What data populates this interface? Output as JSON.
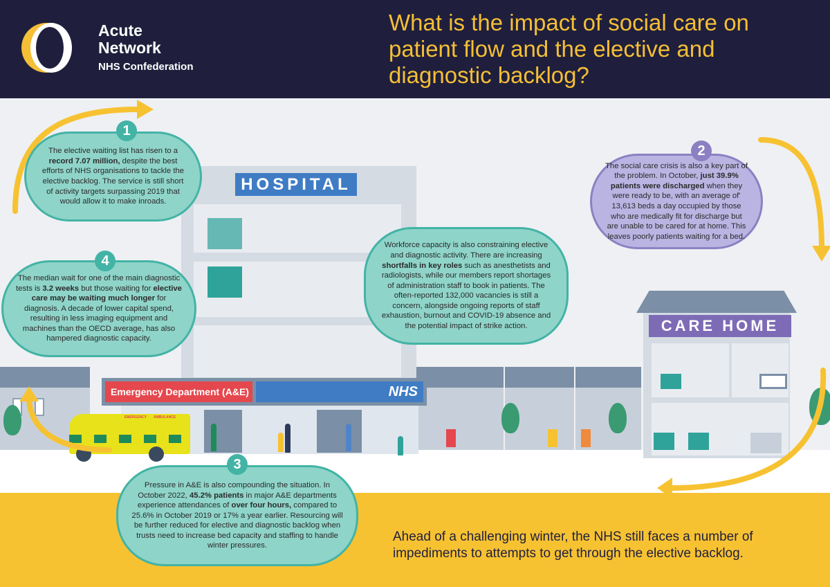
{
  "header": {
    "logo": {
      "line1": "Acute",
      "line2": "Network",
      "line3": "NHS Confederation"
    },
    "title": "What is the impact of social care on patient flow and the elective and diagnostic backlog?"
  },
  "colors": {
    "navy": "#1f1f3d",
    "yellow": "#f7c232",
    "teal": "#43b3a5",
    "purple": "#8c80c3",
    "nhs_blue": "#3f7cc4",
    "ae_red": "#e5474e"
  },
  "buildings": {
    "hospital_sign": "HOSPITAL",
    "ae_sign": "Emergency Department (A&E)",
    "nhs_sign": "NHS",
    "care_home_sign": "CARE HOME",
    "ambulance_text": [
      "EMERGENCY",
      "AMBULANCE"
    ]
  },
  "callouts": [
    {
      "number": "1",
      "pre": "The elective waiting list has risen to a ",
      "bold": "record 7.07 million,",
      "post": " despite the best efforts of NHS organisations to tackle the elective backlog. The service is still short of activity targets surpassing 2019 that would allow it to make inroads."
    },
    {
      "number": "2",
      "pre": "The social care crisis is also a key part of the problem. In October, ",
      "bold": "just 39.9% patients were discharged",
      "post": " when they were ready to be, with an average of' 13,613 beds a day occupied by those who are medically fit for discharge but are unable to be cared for at home. This leaves poorly patients waiting for a bed."
    },
    {
      "number": "3",
      "pre": "Pressure in A&E is also compounding the situation. In October 2022, ",
      "bold": "45.2% patients",
      "mid": " in major A&E departments experience attendances of ",
      "bold2": "over four hours,",
      "post": " compared to 25.6% in October 2019 or 17% a year earlier. Resourcing will be further reduced for elective and diagnostic backlog when trusts need to increase bed capacity and staffing to handle winter pressures."
    },
    {
      "number": "4",
      "pre": "The median wait for one of the main diagnostic tests is ",
      "bold": "3.2 weeks",
      "mid": " but those waiting for ",
      "bold2": "elective care may be waiting much longer",
      "post": " for diagnosis. A decade of lower capital spend, resulting in less imaging equipment and machines than the OECD average, has also hampered diagnostic capacity."
    }
  ],
  "workforce": {
    "pre": "Workforce capacity is also constraining elective and diagnostic activity. There are increasing ",
    "bold": "shortfalls in key roles",
    "post": " such as anesthetists and radiologists, while our members report shortages of administration staff to book in patients. The often-reported 132,000 vacancies is still a concern, alongside ongoing reports of staff exhaustion, burnout and COVID-19 absence and the potential impact of strike action."
  },
  "footer": "Ahead of a challenging winter, the NHS still faces a number of impediments to attempts to get through the elective backlog."
}
